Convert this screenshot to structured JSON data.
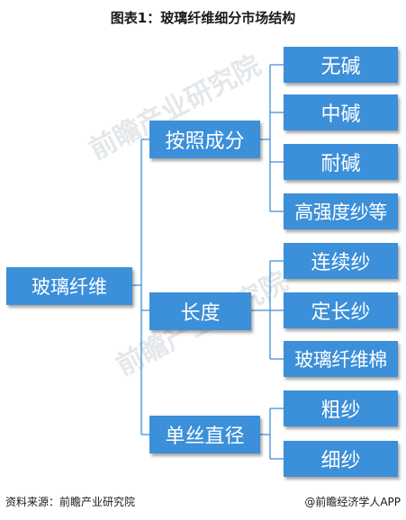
{
  "title": "图表1：玻璃纤维细分市场结构",
  "root": {
    "label": "玻璃纤维"
  },
  "branches": [
    {
      "label": "按照成分",
      "children": [
        "无碱",
        "中碱",
        "耐碱",
        "高强度纱等"
      ]
    },
    {
      "label": "长度",
      "children": [
        "连续纱",
        "定长纱",
        "玻璃纤维棉"
      ]
    },
    {
      "label": "单丝直径",
      "children": [
        "粗纱",
        "细纱"
      ]
    }
  ],
  "watermark": "前瞻产业研究院",
  "footer": {
    "source": "资料来源：前瞻产业研究院",
    "brand": "@前瞻经济学人APP"
  },
  "colors": {
    "node_fill": "#3c8fd9",
    "connector": "#3c8fd9"
  }
}
